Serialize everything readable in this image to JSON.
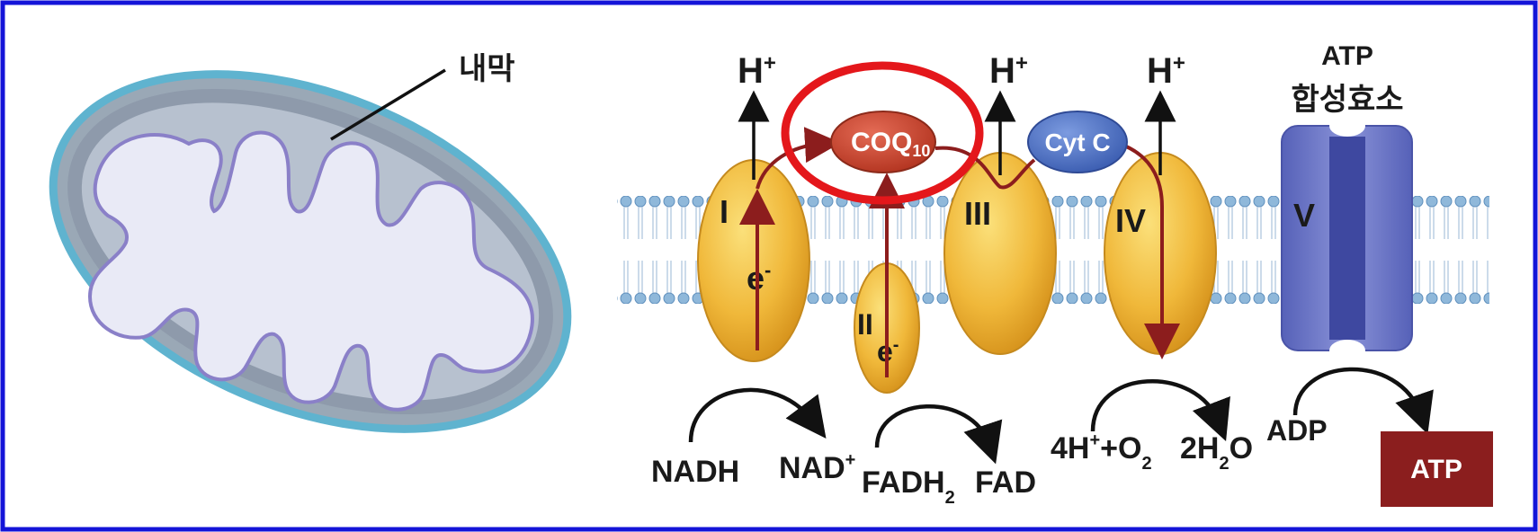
{
  "colors": {
    "frame_border": "#1414d8",
    "outer_membrane": "#5fb3cf",
    "matrix_fill": "#e9eaf6",
    "membrane_heads": "#8fb8da",
    "complex_fill": "#f0b83a",
    "coq10_fill": "#c8442e",
    "cytc_fill": "#4a6fc0",
    "atp_synthase_fill": "#6d79c8",
    "electron_arrow": "#8c1d1d",
    "highlight_circle": "#e4171b",
    "atp_box": "#8b1e1e"
  },
  "mitochondrion": {
    "inner_membrane_label": "내막"
  },
  "complexes": {
    "I": "I",
    "II": "II",
    "III": "III",
    "IV": "IV",
    "V": "V"
  },
  "carriers": {
    "coq10_main": "COQ",
    "coq10_sub": "10",
    "cyt_c": "Cyt C"
  },
  "protons": {
    "h": "H",
    "plus": "+"
  },
  "electron": {
    "e": "e",
    "minus": "-"
  },
  "atp_synthase": {
    "title_line1": "ATP",
    "title_line2": "합성효소"
  },
  "reactions": {
    "nadh": "NADH",
    "nad": "NAD",
    "nad_sup": "+",
    "fadh": "FADH",
    "fadh_sub": "2",
    "fad": "FAD",
    "o2_left": "4H",
    "o2_sup": "+",
    "o2_mid": "+O",
    "o2_sub": "2",
    "water_a": "2H",
    "water_sub": "2",
    "water_b": "O",
    "adp": "ADP",
    "atp": "ATP"
  }
}
